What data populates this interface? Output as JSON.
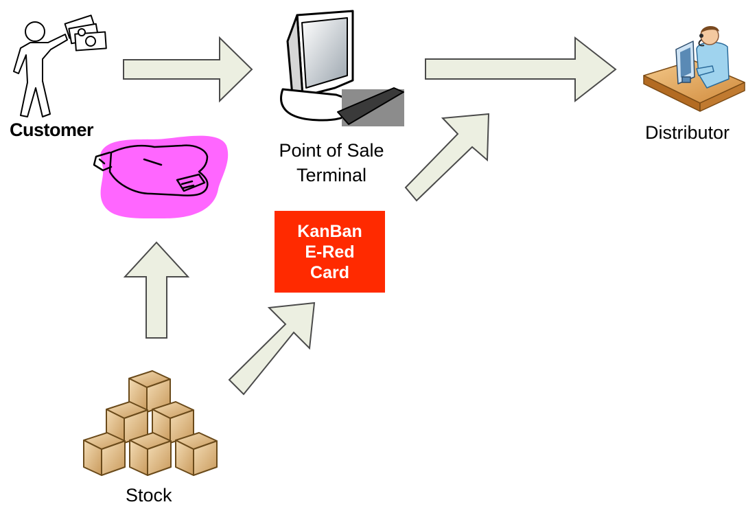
{
  "nodes": {
    "customer": {
      "label": "Customer",
      "icon": "walking-person-with-money-icon"
    },
    "pos": {
      "label_line1": "Point of Sale",
      "label_line2": "Terminal",
      "icon": "computer-terminal-icon"
    },
    "distributor": {
      "label": "Distributor",
      "icon": "call-center-operator-icon"
    },
    "stock": {
      "label": "Stock",
      "icon": "stacked-boxes-icon"
    },
    "product": {
      "icon": "product-bag-icon",
      "highlight_color": "#ff66ff"
    },
    "kanban": {
      "line1": "KanBan",
      "line2": "E-Red",
      "line3": "Card",
      "color": "#ff2a00"
    }
  },
  "arrows": [
    {
      "from": "Customer",
      "to": "Point of Sale Terminal"
    },
    {
      "from": "Point of Sale Terminal",
      "to": "Distributor"
    },
    {
      "from": "Stock",
      "to": "Product"
    },
    {
      "from": "Stock",
      "to": "KanBan E-Red Card"
    },
    {
      "from": "KanBan E-Red Card",
      "to": "Distributor"
    }
  ],
  "colors": {
    "arrow_fill": "#ecefe1",
    "arrow_stroke": "#4a4a4a",
    "box_fill": "#e8c89a",
    "box_stroke": "#7a5a2a"
  }
}
